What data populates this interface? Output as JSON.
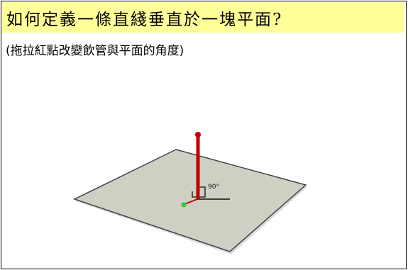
{
  "title": "如何定義一條直綫垂直於一塊平面?",
  "instruction": "(拖拉紅點改變飲管與平面的角度)",
  "angle_label": "90°",
  "colors": {
    "title_background": "#ffff99",
    "plane_fill": "#cfcfc3",
    "plane_edge": "#444444",
    "straw": "#c00000",
    "handle": "#d00000",
    "base_point": "#33cc33"
  },
  "icons": {
    "drag_handle": "red-dot",
    "base_point": "green-dot"
  }
}
